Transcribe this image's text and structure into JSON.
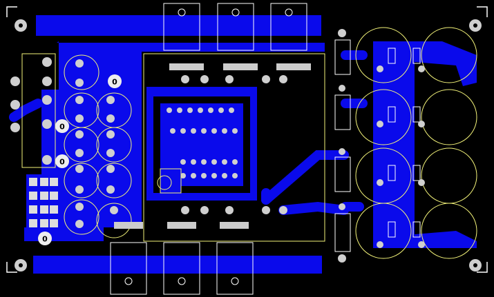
{
  "board": {
    "background": "#000000",
    "copper_color": "#0a0aeb",
    "silkscreen_color": "#f5f57a",
    "outline_color": "#ffffff",
    "pad_color": "#c8c8c8",
    "pad_square_color": "#cfcfcf",
    "trace_color_pink": "#e8b4e0"
  },
  "pad_labels": {
    "cap_top": "0",
    "cap_left_1": "0",
    "cap_left_2": "0",
    "cap_bottom": "0"
  }
}
